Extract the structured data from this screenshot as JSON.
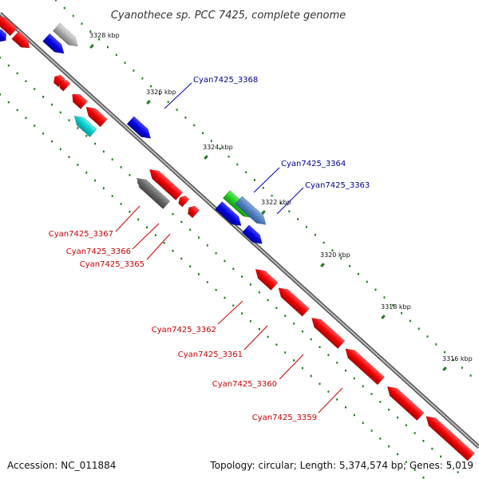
{
  "title": "Cyanothece sp. PCC 7425, complete genome",
  "footer": {
    "accession": "Accession: NC_011884",
    "summary": "Topology: circular; Length: 5,374,574 bp; Genes: 5,019"
  },
  "colors": {
    "backbone": "#808080",
    "tick": "#1a7a1a",
    "forward_label": "#000099",
    "reverse_label": "#cc0000"
  },
  "scale_ticks": [
    {
      "label": "3328 kbp",
      "kbp": 3328
    },
    {
      "label": "3326 kbp",
      "kbp": 3326
    },
    {
      "label": "3324 kbp",
      "kbp": 3324
    },
    {
      "label": "3322 kbp",
      "kbp": 3322
    },
    {
      "label": "3320 kbp",
      "kbp": 3320
    },
    {
      "label": "3318 kbp",
      "kbp": 3318
    },
    {
      "label": "3316 kbp",
      "kbp": 3316
    }
  ],
  "gene_labels": {
    "forward": [
      "Cyan7425_3368",
      "Cyan7425_3364",
      "Cyan7425_3363"
    ],
    "reverse": [
      "Cyan7425_3367",
      "Cyan7425_3366",
      "Cyan7425_3365",
      "Cyan7425_3362",
      "Cyan7425_3361",
      "Cyan7425_3360",
      "Cyan7425_3359"
    ]
  },
  "feature_colors": {
    "red": "#ff0000",
    "blue": "#0000ee",
    "gray": "#999999",
    "dark_gray": "#666666",
    "cyan": "#00cccc",
    "steel_blue": "#4f7fbf",
    "green": "#22cc22"
  }
}
